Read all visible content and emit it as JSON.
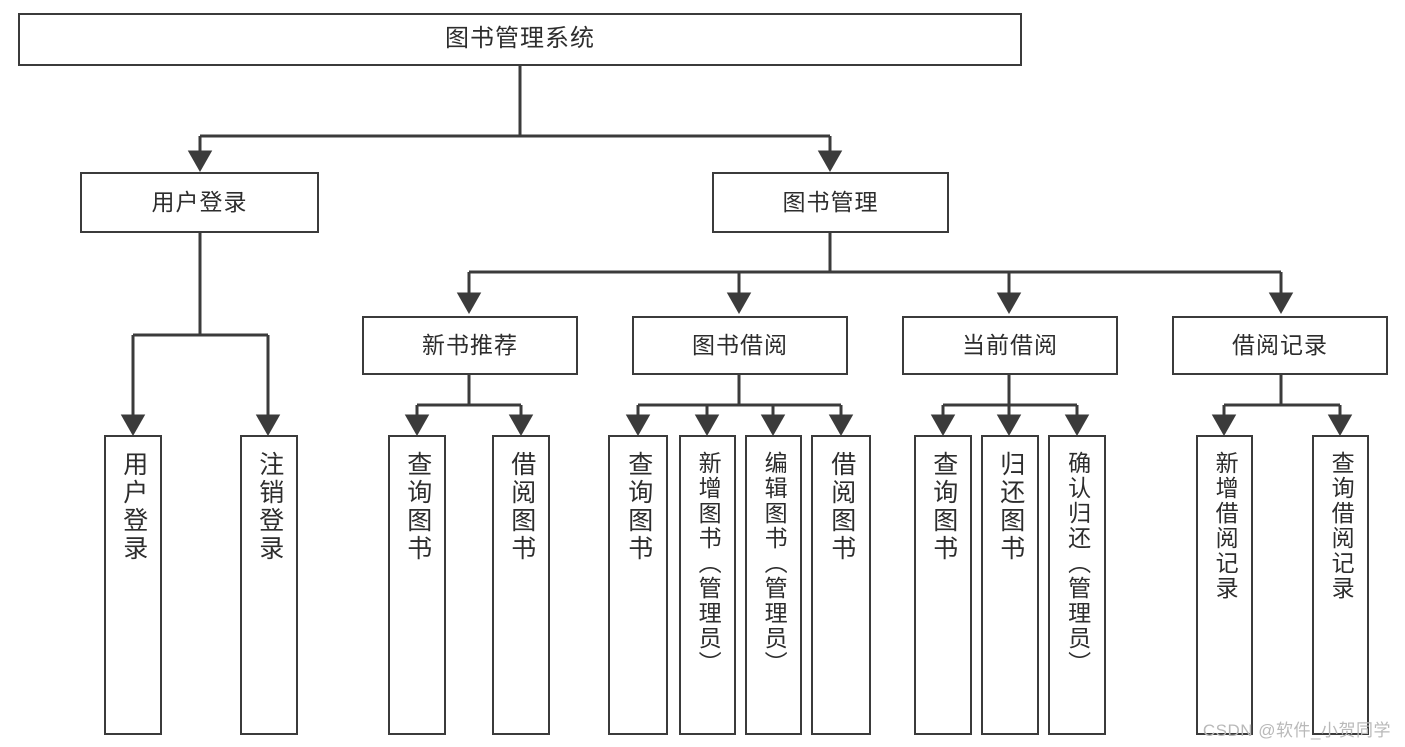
{
  "diagram": {
    "title": "图书管理系统",
    "watermark": "CSDN @软件_小贺同学",
    "colors": {
      "border": "#3b3b3b",
      "background": "#ffffff",
      "text": "#2d2d2d",
      "watermark": "#b9b9b9"
    },
    "root": {
      "label": "图书管理系统"
    },
    "level2": [
      {
        "label": "用户登录"
      },
      {
        "label": "图书管理"
      }
    ],
    "level3": [
      {
        "label": "新书推荐"
      },
      {
        "label": "图书借阅"
      },
      {
        "label": "当前借阅"
      },
      {
        "label": "借阅记录"
      }
    ],
    "leaves": {
      "user_login": [
        {
          "label": "用户登录"
        },
        {
          "label": "注销登录"
        }
      ],
      "new_book": [
        {
          "label": "查询图书"
        },
        {
          "label": "借阅图书"
        }
      ],
      "book_borrow": [
        {
          "label": "查询图书"
        },
        {
          "label": "新增图书（管理员）"
        },
        {
          "label": "编辑图书（管理员）"
        },
        {
          "label": "借阅图书"
        }
      ],
      "current_borrow": [
        {
          "label": "查询图书"
        },
        {
          "label": "归还图书"
        },
        {
          "label": "确认归还（管理员）"
        }
      ],
      "borrow_record": [
        {
          "label": "新增借阅记录"
        },
        {
          "label": "查询借阅记录"
        }
      ]
    }
  }
}
